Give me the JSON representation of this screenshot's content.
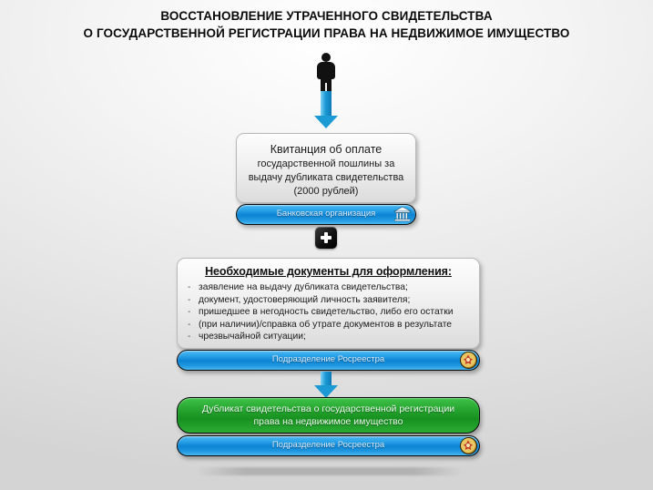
{
  "title": {
    "line1": "ВОССТАНОВЛЕНИЕ УТРАЧЕННОГО СВИДЕТЕЛЬСТВА",
    "line2": "О ГОСУДАРСТВЕННОЙ РЕГИСТРАЦИИ ПРАВА НА НЕДВИЖИМОЕ ИМУЩЕСТВО"
  },
  "actor": {
    "icon": "person-icon"
  },
  "receipt": {
    "line1": "Квитанция об оплате",
    "line2": "государственной пошлины за",
    "line3": "выдачу дубликата свидетельства",
    "line4": "(2000 рублей)",
    "org_label": "Банковская организация",
    "org_icon": "bank-building-icon"
  },
  "connector": {
    "plus_symbol": "+"
  },
  "documents": {
    "heading": "Необходимые документы для оформления:",
    "items": [
      "заявление на выдачу дубликата свидетельства;",
      "документ, удостоверяющий личность заявителя;",
      "пришедшее в негодность свидетельство, либо его остатки",
      "(при наличии)/справка об утрате документов в результате",
      "чрезвычайной ситуации;"
    ],
    "org_label": "Подразделение Росреестра",
    "org_icon": "rosreestr-emblem-icon"
  },
  "result": {
    "line1": "Дубликат свидетельства о государственной регистрации",
    "line2": "права на недвижимое имущество",
    "org_label": "Подразделение Росреестра",
    "org_icon": "rosreestr-emblem-icon"
  },
  "colors": {
    "blue_bar": "#0d84d4",
    "green_box": "#28a832",
    "arrow_blue": "#1b9ad6",
    "title_text": "#0b0b0b",
    "emblem_gold": "#d7a933"
  }
}
